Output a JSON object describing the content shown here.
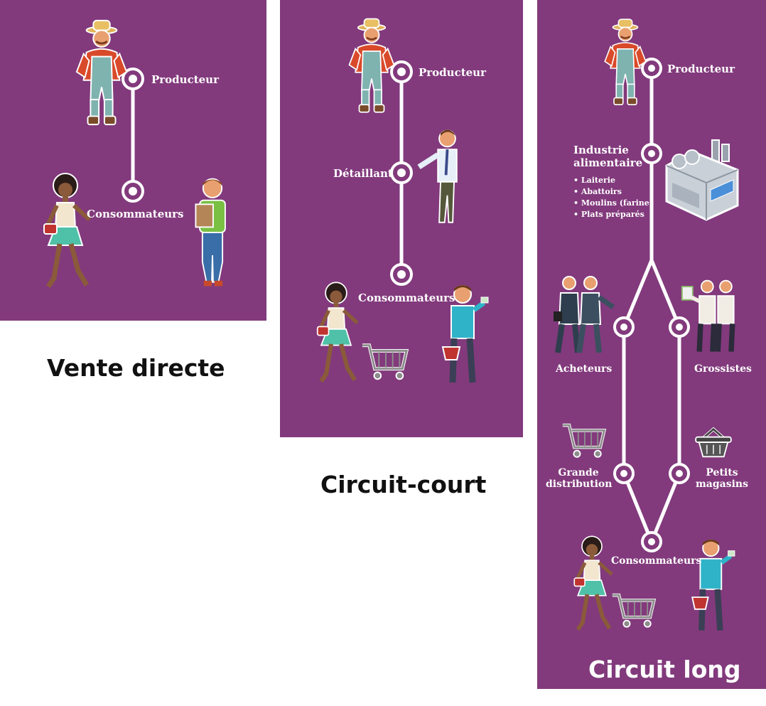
{
  "colors": {
    "panel": "#823a7c",
    "line": "#ffffff",
    "caption": "#111111"
  },
  "panels": {
    "vente_directe": {
      "caption": "Vente directe",
      "nodes": {
        "producteur": "Producteur",
        "consommateurs": "Consommateurs"
      }
    },
    "circuit_court": {
      "caption": "Circuit-court",
      "nodes": {
        "producteur": "Producteur",
        "detaillant": "Détaillant",
        "consommateurs": "Consommateurs"
      }
    },
    "circuit_long": {
      "caption": "Circuit long",
      "nodes": {
        "producteur": "Producteur",
        "industrie_line1": "Industrie",
        "industrie_line2": "alimentaire",
        "industrie_items": [
          "Laiterie",
          "Abattoirs",
          "Moulins (farine)",
          "Plats préparés"
        ],
        "acheteurs": "Acheteurs",
        "grossistes": "Grossistes",
        "grande_line1": "Grande",
        "grande_line2": "distribution",
        "petits_line1": "Petits",
        "petits_line2": "magasins",
        "consommateurs": "Consommateurs"
      }
    }
  },
  "icons": {
    "farmer": "farmer-icon",
    "shopper_woman": "woman-shopper-icon",
    "grocery_man": "man-with-grocery-bag-icon",
    "retailer": "retailer-man-icon",
    "cart": "shopping-cart-icon",
    "basket": "shopping-basket-icon",
    "factory": "factory-icon",
    "buyers": "businessmen-buyers-icon",
    "wholesalers": "wholesalers-icon",
    "man_basket": "man-with-basket-icon"
  }
}
